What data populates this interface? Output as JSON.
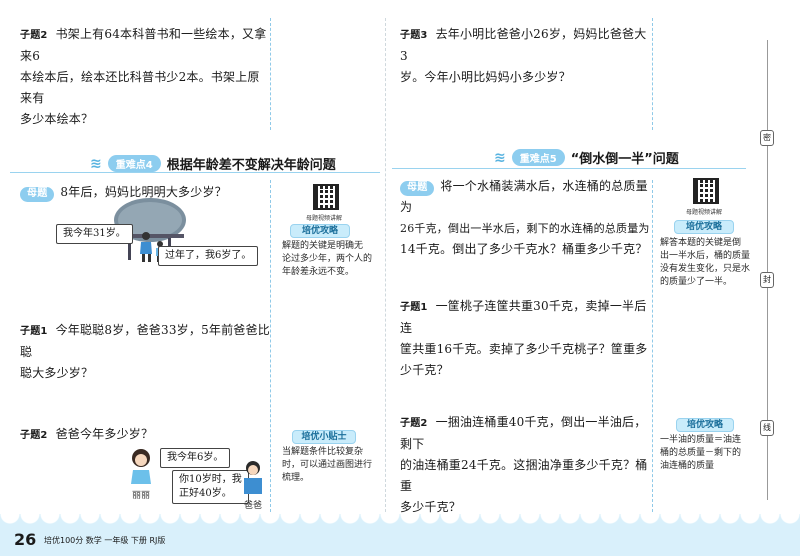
{
  "left": {
    "q2_tag": "子题2",
    "q2_line1": "书架上有64本科普书和一些绘本，又拿来6",
    "q2_line2": "本绘本后，绘本还比科普书少2本。书架上原来有",
    "q2_line3": "多少本绘本？",
    "kp4_pill": "重难点4",
    "kp4_title": "根据年龄差不变解决年龄问题",
    "mother_tag": "母题",
    "mother_q": "8年后，妈妈比明明大多少岁？",
    "bubble_mom": "我今年31岁。",
    "bubble_ming": "过年了，我6岁了。",
    "qr_caption": "母题视频讲解",
    "tip1_head": "培优攻略",
    "tip1_l1": "解题的关键是明确无",
    "tip1_l2": "论过多少年，两个人的",
    "tip1_l3": "年龄差永远不变。",
    "s1_tag": "子题1",
    "s1_line1": "今年聪聪8岁，爸爸33岁，5年前爸爸比聪",
    "s1_line2": "聪大多少岁？",
    "s2_tag": "子题2",
    "s2_q": "爸爸今年多少岁？",
    "bubble_lili": "我今年6岁。",
    "bubble_dad1": "你10岁时，我",
    "bubble_dad2": "正好40岁。",
    "name_lili": "丽丽",
    "name_dad": "爸爸",
    "tip2_head": "培优小贴士",
    "tip2_l1": "当解题条件比较复杂",
    "tip2_l2": "时，可以通过画图进行",
    "tip2_l3": "梳理。"
  },
  "right": {
    "q3_tag": "子题3",
    "q3_line1": "去年小明比爸爸小26岁，妈妈比爸爸大3",
    "q3_line2": "岁。今年小明比妈妈小多少岁？",
    "kp5_pill": "重难点5",
    "kp5_title": "“倒水倒一半”问题",
    "mother_tag": "母题",
    "m_line1": "将一个水桶装满水后，水连桶的总质量为",
    "m_line2": "26千克，倒出一半水后，剩下的水连桶的总质量为",
    "m_line3": "14千克。倒出了多少千克水？桶重多少千克？",
    "qr_caption": "母题视频讲解",
    "tip1_head": "培优攻略",
    "tip1_l1": "解答本题的关键是倒",
    "tip1_l2": "出一半水后，桶的质量",
    "tip1_l3": "没有发生变化，只是水",
    "tip1_l4": "的质量少了一半。",
    "s1_tag": "子题1",
    "s1_line1": "一筐桃子连筐共重30千克，卖掉一半后连",
    "s1_line2": "筐共重16千克。卖掉了多少千克桃子？筐重多",
    "s1_line3": "少千克？",
    "s2_tag": "子题2",
    "s2_line1": "一捆油连桶重40千克，倒出一半油后，剩下",
    "s2_line2": "的油连桶重24千克。这捆油净重多少千克？桶重",
    "s2_line3": "多少千克？",
    "tip2_head": "培优攻略",
    "tip2_l1": "一半油的质量＝油连",
    "tip2_l2": "桶的总质量－剩下的",
    "tip2_l3": "油连桶的质量"
  },
  "footer": {
    "page_number": "26",
    "info": "培优100分  数学  一年级  下册  RJ版"
  },
  "side_tabs": [
    "密",
    "封",
    "线"
  ]
}
